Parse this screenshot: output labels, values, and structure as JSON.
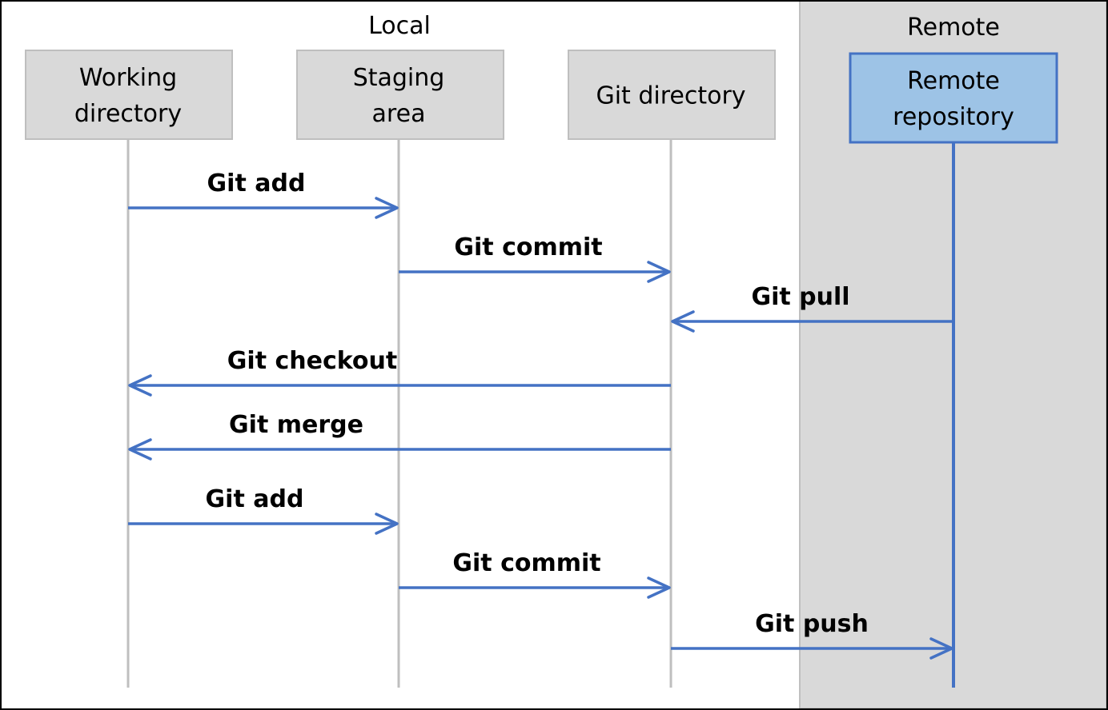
{
  "regions": {
    "local": "Local",
    "remote": "Remote"
  },
  "participants": [
    {
      "id": "working",
      "lines": [
        "Working",
        "directory"
      ]
    },
    {
      "id": "staging",
      "lines": [
        "Staging",
        "area"
      ]
    },
    {
      "id": "gitdir",
      "lines": [
        "Git directory"
      ]
    },
    {
      "id": "remote",
      "lines": [
        "Remote",
        "repository"
      ]
    }
  ],
  "messages": [
    {
      "label": "Git add",
      "from": "working",
      "to": "staging"
    },
    {
      "label": "Git commit",
      "from": "staging",
      "to": "gitdir"
    },
    {
      "label": "Git pull",
      "from": "remote",
      "to": "gitdir"
    },
    {
      "label": "Git checkout",
      "from": "gitdir",
      "to": "working"
    },
    {
      "label": "Git merge",
      "from": "gitdir",
      "to": "working"
    },
    {
      "label": "Git add",
      "from": "working",
      "to": "staging"
    },
    {
      "label": "Git commit",
      "from": "staging",
      "to": "gitdir"
    },
    {
      "label": "Git push",
      "from": "gitdir",
      "to": "remote"
    }
  ],
  "colors": {
    "arrow": "#4472C4",
    "local_box": "#D9D9D9",
    "local_box_border": "#BFBFBF",
    "remote_region": "#D9D9D9",
    "remote_box": "#9DC3E6",
    "remote_box_border": "#4472C4"
  }
}
